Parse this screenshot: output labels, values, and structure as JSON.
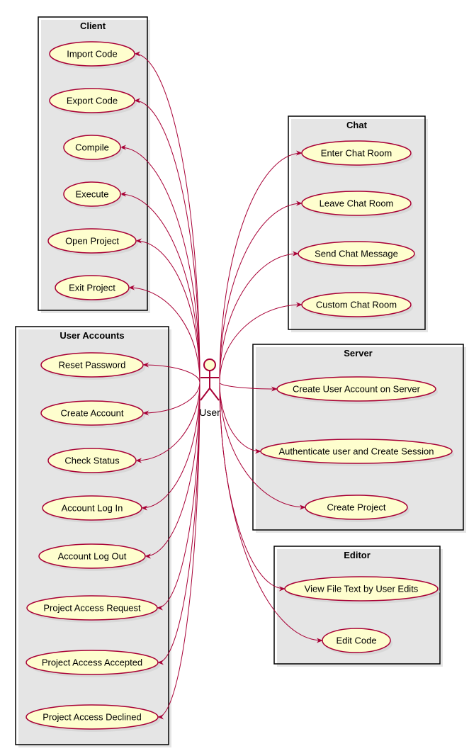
{
  "colors": {
    "usecase_fill": "#FEFECE",
    "border": "#A80036",
    "arrow": "#A80036",
    "frame": "#000000"
  },
  "actor": {
    "label": "User",
    "icon": "stick-figure-actor-icon"
  },
  "packages": [
    {
      "id": "client",
      "title": "Client",
      "usecases": [
        "Import Code",
        "Export Code",
        "Compile",
        "Execute",
        "Open Project",
        "Exit Project"
      ]
    },
    {
      "id": "chat",
      "title": "Chat",
      "usecases": [
        "Enter Chat Room",
        "Leave Chat Room",
        "Send Chat Message",
        "Custom Chat Room"
      ]
    },
    {
      "id": "user-accounts",
      "title": "User Accounts",
      "usecases": [
        "Reset Password",
        "Create Account",
        "Check Status",
        "Account Log In",
        "Account Log Out",
        "Project Access Request",
        "Project Access Accepted",
        "Project Access Declined"
      ]
    },
    {
      "id": "server",
      "title": "Server",
      "usecases": [
        "Create User Account on Server",
        "Authenticate user and Create Session",
        "Create Project"
      ]
    },
    {
      "id": "editor",
      "title": "Editor",
      "usecases": [
        "View File Text by User Edits",
        "Edit Code"
      ]
    }
  ]
}
